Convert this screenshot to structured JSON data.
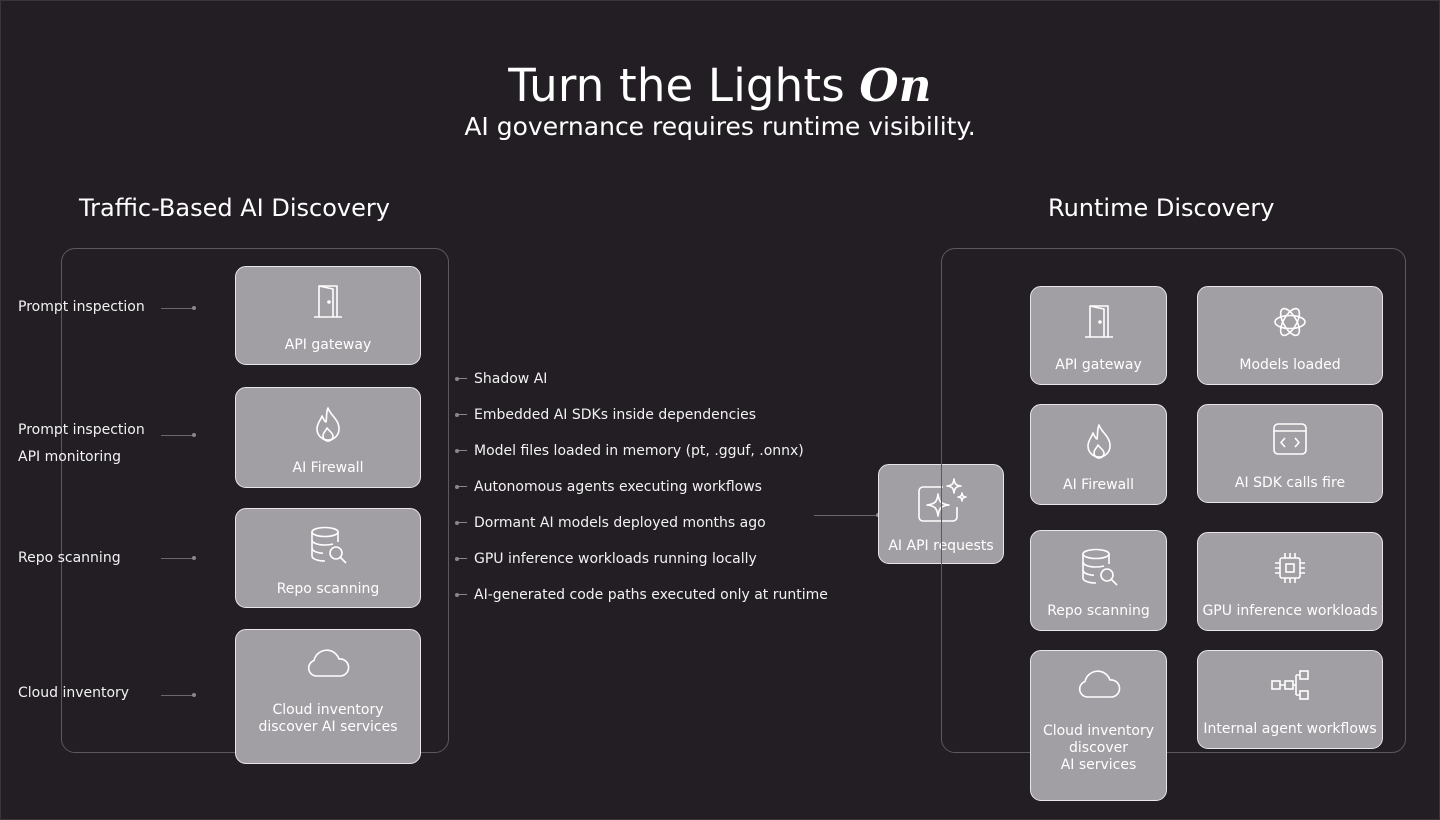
{
  "header": {
    "title_main": "Turn the Lights",
    "title_emphasis": "On",
    "subtitle": "AI governance requires runtime visibility."
  },
  "left": {
    "section_title": "Traffic-Based AI Discovery",
    "side_labels": [
      "Prompt inspection",
      "Prompt inspection",
      "API monitoring",
      "Repo scanning",
      "Cloud inventory"
    ],
    "cards": [
      {
        "label": "API gateway",
        "icon": "door-icon"
      },
      {
        "label": "AI Firewall",
        "icon": "flame-icon"
      },
      {
        "label": "Repo scanning",
        "icon": "database-search-icon"
      },
      {
        "label_lines": [
          "Cloud inventory",
          "discover AI services"
        ],
        "icon": "cloud-icon"
      }
    ]
  },
  "visibility_items": [
    "Shadow AI",
    "Embedded AI SDKs inside dependencies",
    "Model files loaded in memory (pt, .gguf, .onnx)",
    "Autonomous agents executing workflows",
    "Dormant AI models deployed months ago",
    "GPU inference workloads running locally",
    "AI-generated code paths executed only at runtime"
  ],
  "center_card": {
    "label": "AI API requests",
    "icon": "sparkle-icon"
  },
  "right": {
    "section_title": "Runtime Discovery",
    "cards": [
      {
        "label": "API gateway",
        "icon": "door-icon"
      },
      {
        "label": "Models loaded",
        "icon": "openai-logo-icon"
      },
      {
        "label": "AI Firewall",
        "icon": "flame-icon"
      },
      {
        "label": "AI SDK calls fire",
        "icon": "code-window-icon"
      },
      {
        "label": "Repo scanning",
        "icon": "database-search-icon"
      },
      {
        "label": "GPU inference workloads",
        "icon": "chip-icon"
      },
      {
        "label_lines": [
          "Cloud inventory",
          "discover",
          "AI services"
        ],
        "icon": "cloud-icon"
      },
      {
        "label": "Internal agent workflows",
        "icon": "workflow-tree-icon"
      }
    ]
  },
  "colors": {
    "background": "#221e23",
    "card_fill": "#a29fa4",
    "card_border": "#e8e6e9",
    "panel_border": "#5d575e",
    "text": "#ffffff"
  }
}
